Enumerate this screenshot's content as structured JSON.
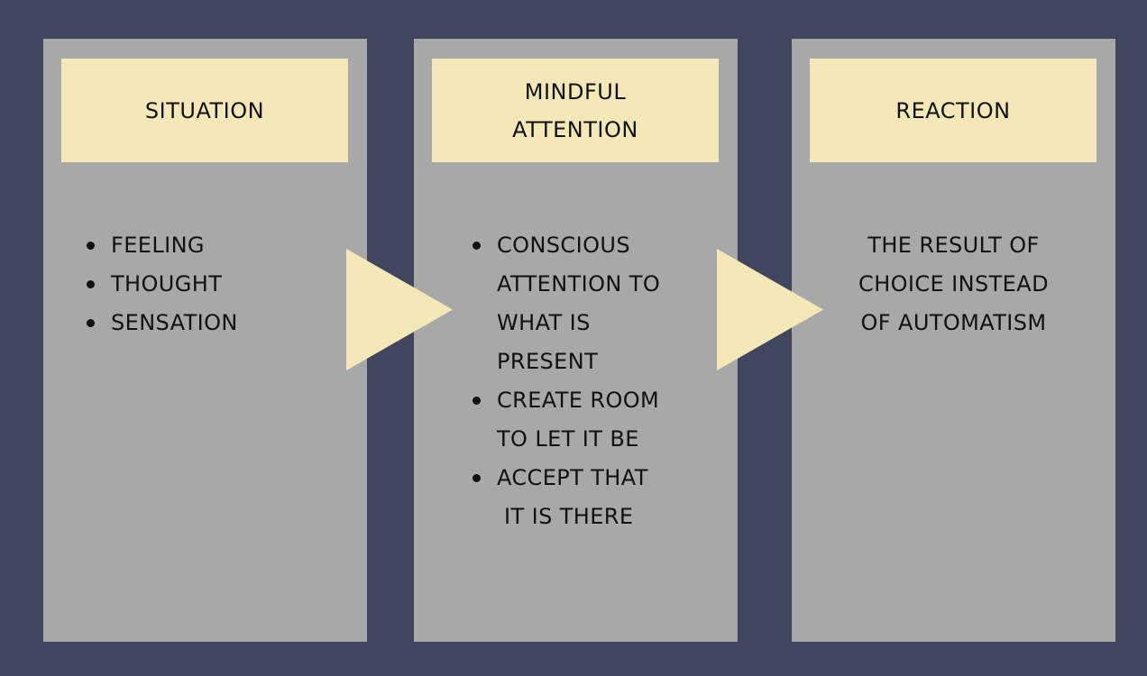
{
  "colors": {
    "background": "#41465f",
    "panel": "#a8a8a8",
    "header": "#f4e8b8",
    "arrow": "#f4e8b8",
    "text": "#111111"
  },
  "columns": {
    "situation": {
      "title": "SITUATION",
      "items": [
        "FEELING",
        "THOUGHT",
        "SENSATION"
      ]
    },
    "mindful": {
      "title_line1": "MINDFUL",
      "title_line2": "ATTENTION",
      "items": [
        {
          "lines": [
            "CONSCIOUS",
            "ATTENTION TO",
            "WHAT IS",
            "PRESENT"
          ]
        },
        {
          "lines": [
            "CREATE ROOM",
            "TO LET IT BE"
          ]
        },
        {
          "lines": [
            "ACCEPT THAT",
            " IT IS THERE"
          ]
        }
      ]
    },
    "reaction": {
      "title": "REACTION",
      "lines": [
        "THE RESULT OF",
        "CHOICE INSTEAD",
        "OF AUTOMATISM"
      ]
    }
  },
  "arrows": [
    {
      "icon": "right-triangle-arrow-icon"
    },
    {
      "icon": "right-triangle-arrow-icon"
    }
  ]
}
